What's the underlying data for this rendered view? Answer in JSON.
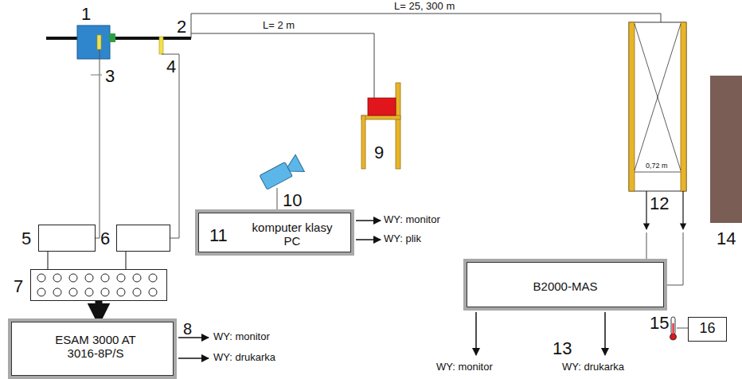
{
  "diagram": {
    "nodes": [
      {
        "text": [
          "5"
        ]
      },
      {
        "text": [
          "6"
        ]
      },
      {
        "text": [
          "7"
        ]
      },
      {
        "text": [
          "ESAM 3000 AT 3016-8P/S",
          "8"
        ]
      },
      {
        "text": [
          "11",
          "komputer klasy PC"
        ]
      },
      {
        "text": [
          "B2000-MAS",
          "13"
        ]
      },
      {
        "text": [
          "16"
        ]
      }
    ],
    "edges": [
      {
        "from": 0,
        "to": 2,
        "arrow": "none"
      },
      {
        "from": 1,
        "to": 2,
        "arrow": "none"
      },
      {
        "from": 2,
        "to": 3,
        "arrow": "to"
      }
    ],
    "labels": [
      "1",
      "2",
      "3",
      "4",
      "L= 2 m",
      "L= 25, 300 m",
      "9",
      "10",
      "12",
      "14",
      "15",
      "0,72 m",
      "WY: monitor",
      "WY: drukarka",
      "WY: monitor",
      "WY: plik",
      "WY: monitor",
      "WY: drukarka"
    ]
  }
}
